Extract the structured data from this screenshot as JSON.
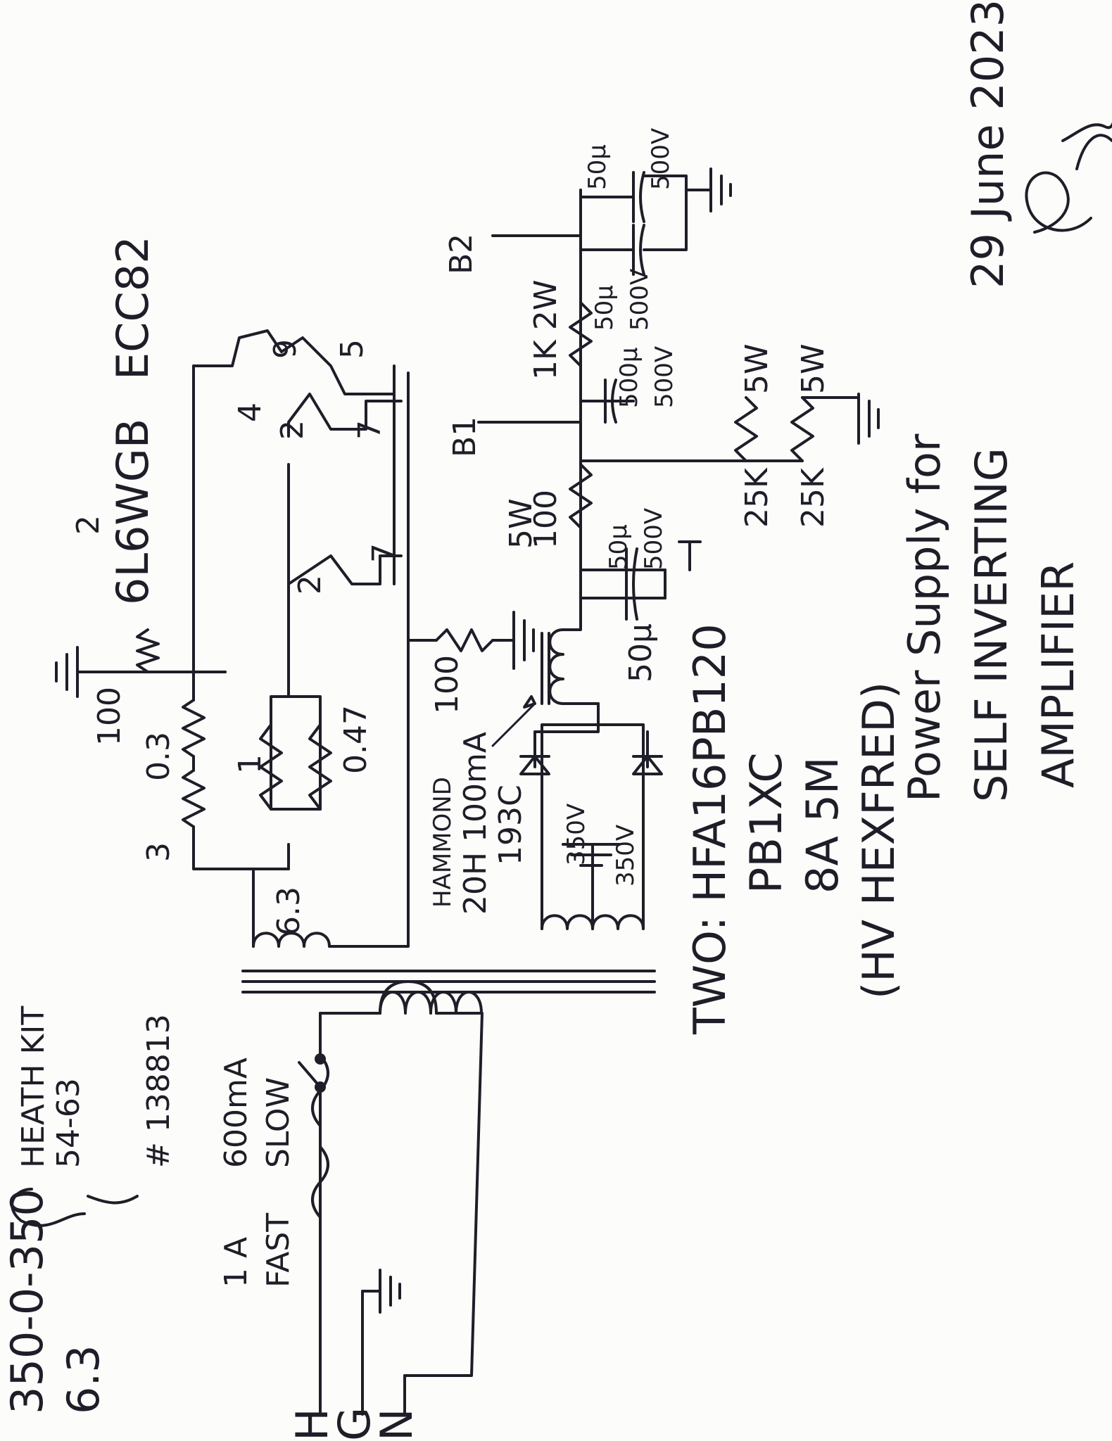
{
  "header": {
    "date": "29 June 2023",
    "signature": "Dmh",
    "title_line1": "Power Supply for",
    "title_line2": "SELF INVERTING",
    "title_line3": "AMPLIFIER"
  },
  "transformer": {
    "rating": "350-0-350",
    "filament": "6.3",
    "maker": "HEATH KIT",
    "model": "54-63",
    "part_no": "# 138813"
  },
  "mains": {
    "fuse1": "1 A",
    "fuse1_type": "FAST",
    "fuse2": "600mA",
    "fuse2_type": "SLOW",
    "terminals": [
      "H",
      "G",
      "N"
    ]
  },
  "tubes": {
    "output": "6L6WGB",
    "output_qty": "2",
    "driver": "ECC82",
    "pins": [
      "2",
      "7",
      "2",
      "7",
      "4",
      "9",
      "5"
    ]
  },
  "heater": {
    "winding": "6.3",
    "r1": "3",
    "r2": "0.3",
    "r3": "1",
    "r4": "0.47",
    "r5": "100",
    "r6": "100"
  },
  "rectifier": {
    "half1": "350V",
    "half2": "350V",
    "diodes": "TWO: HFA16PB120",
    "diode_specs": [
      "PB1XC",
      "8A 5M",
      "(HV HEXFRED)"
    ]
  },
  "choke": {
    "maker": "HAMMOND",
    "spec": "20H 100mA",
    "model": "193C"
  },
  "filter": {
    "c1": "50µ",
    "c2": "50µ",
    "c2v": "500V",
    "r_drop": "100",
    "r_drop_w": "5W",
    "c3": "500µ",
    "c3v": "500V",
    "r_b2": "1K 2W",
    "c4": "50µ",
    "c4v": "500V",
    "c5": "50µ",
    "c5v": "500V",
    "bleed1": "25K",
    "bleed1_w": "5W",
    "bleed2": "25K",
    "bleed2_w": "5W",
    "out1": "B1",
    "out2": "B2"
  }
}
